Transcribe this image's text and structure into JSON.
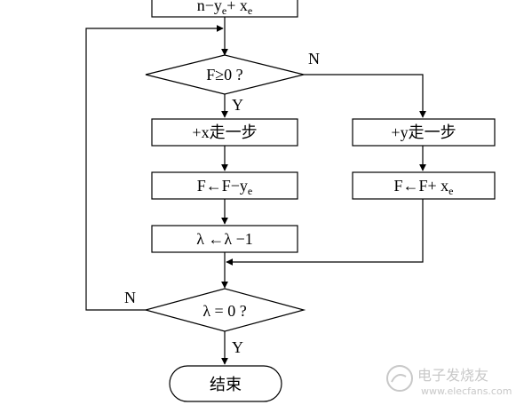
{
  "nodes": {
    "init": {
      "pre": "n−y",
      "sub1": "e",
      "mid": "+ x",
      "sub2": "e"
    },
    "decision_f": {
      "label": "F≥0 ?"
    },
    "step_x": {
      "label": "+x走一步"
    },
    "step_y": {
      "label": "+y走一步"
    },
    "update_f_x": {
      "pre": "F←F−y",
      "sub": "e"
    },
    "update_f_y": {
      "pre": "F←F+ x",
      "sub": "e"
    },
    "lambda_dec": {
      "label": "λ ←λ −1"
    },
    "decision_lambda": {
      "label": "λ  = 0 ?"
    },
    "end": {
      "label": "结束"
    }
  },
  "edges": {
    "f_yes": "Y",
    "f_no": "N",
    "lambda_no": "N",
    "lambda_yes": "Y"
  },
  "watermark": {
    "brand": "电子发烧友",
    "url": "www.elecfans.com"
  }
}
